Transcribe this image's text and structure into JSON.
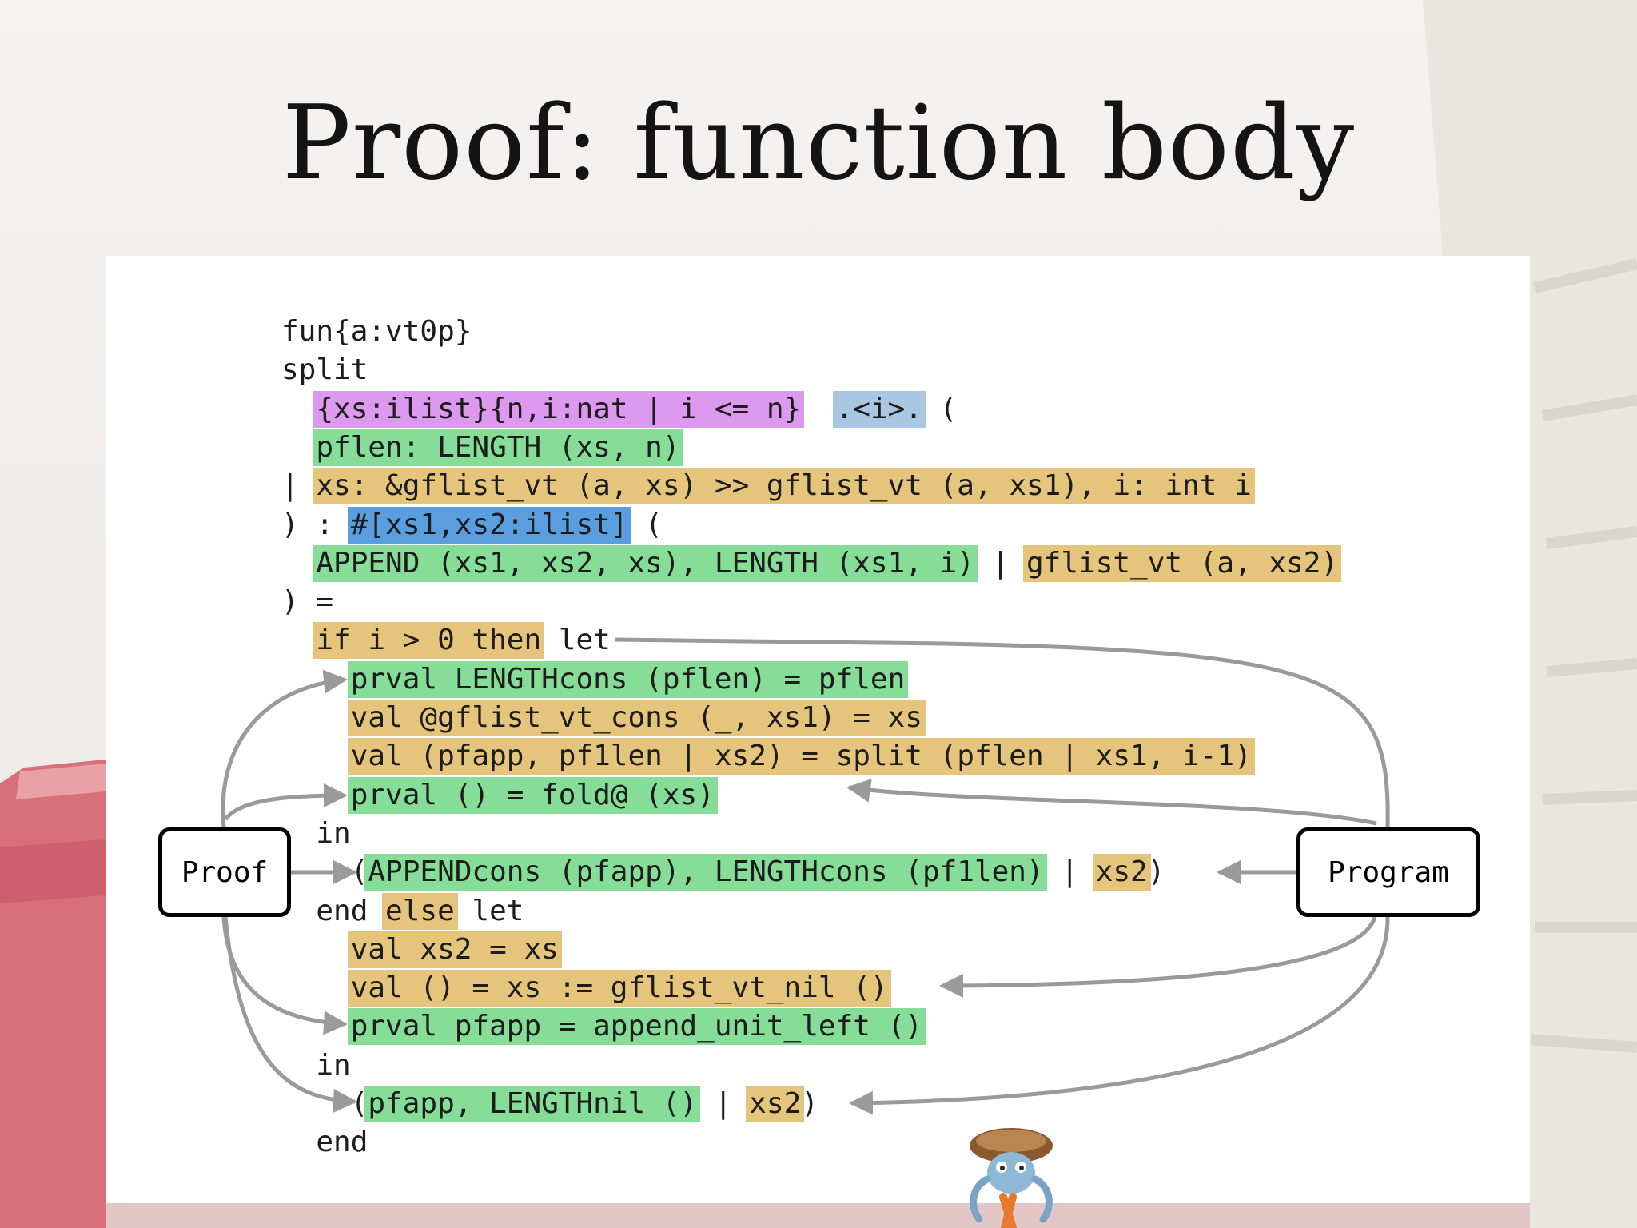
{
  "title": "Proof: function body",
  "code_lines": [
    {
      "tokens": [
        {
          "t": "fun{a:vt0p}"
        }
      ]
    },
    {
      "tokens": [
        {
          "t": "split"
        }
      ]
    },
    {
      "tokens": [
        {
          "t": "  "
        },
        {
          "t": "{xs:ilist}{n,i:nat | i <= n}",
          "h": "p"
        },
        {
          "t": "  "
        },
        {
          "t": ".<i>.",
          "h": "lb"
        },
        {
          "t": " ("
        }
      ]
    },
    {
      "tokens": [
        {
          "t": "  "
        },
        {
          "t": "pflen: LENGTH (xs, n)",
          "h": "g"
        }
      ]
    },
    {
      "tokens": [
        {
          "t": "| "
        },
        {
          "t": "xs: &gflist_vt (a, xs) >> gflist_vt (a, xs1), i: int i",
          "h": "y"
        }
      ]
    },
    {
      "tokens": [
        {
          "t": ") : "
        },
        {
          "t": "#[xs1,xs2:ilist]",
          "h": "b"
        },
        {
          "t": " ("
        }
      ]
    },
    {
      "tokens": [
        {
          "t": "  "
        },
        {
          "t": "APPEND (xs1, xs2, xs), LENGTH (xs1, i)",
          "h": "g"
        },
        {
          "t": " | "
        },
        {
          "t": "gflist_vt (a, xs2)",
          "h": "y"
        }
      ]
    },
    {
      "tokens": [
        {
          "t": ") ="
        }
      ]
    },
    {
      "tokens": [
        {
          "t": "  "
        },
        {
          "t": "if i > 0 then",
          "h": "y"
        },
        {
          "t": " let"
        }
      ]
    },
    {
      "tokens": [
        {
          "t": "    "
        },
        {
          "t": "prval LENGTHcons (pflen) = pflen",
          "h": "g"
        }
      ]
    },
    {
      "tokens": [
        {
          "t": "    "
        },
        {
          "t": "val @gflist_vt_cons (_, xs1) = xs",
          "h": "y"
        }
      ]
    },
    {
      "tokens": [
        {
          "t": "    "
        },
        {
          "t": "val (pfapp, pf1len | xs2) = split (pflen | xs1, i-1)",
          "h": "y"
        }
      ]
    },
    {
      "tokens": [
        {
          "t": "    "
        },
        {
          "t": "prval () = fold@ (xs)",
          "h": "g"
        }
      ]
    },
    {
      "tokens": [
        {
          "t": "  in"
        }
      ]
    },
    {
      "tokens": [
        {
          "t": "    ("
        },
        {
          "t": "APPENDcons (pfapp), LENGTHcons (pf1len)",
          "h": "g"
        },
        {
          "t": " | "
        },
        {
          "t": "xs2",
          "h": "y"
        },
        {
          "t": ")"
        }
      ]
    },
    {
      "tokens": [
        {
          "t": "  end "
        },
        {
          "t": "else",
          "h": "y"
        },
        {
          "t": " let"
        }
      ]
    },
    {
      "tokens": [
        {
          "t": "    "
        },
        {
          "t": "val xs2 = xs",
          "h": "y"
        }
      ]
    },
    {
      "tokens": [
        {
          "t": "    "
        },
        {
          "t": "val () = xs := gflist_vt_nil ()",
          "h": "y"
        }
      ]
    },
    {
      "tokens": [
        {
          "t": "    "
        },
        {
          "t": "prval pfapp = append_unit_left ()",
          "h": "g"
        }
      ]
    },
    {
      "tokens": [
        {
          "t": "  in"
        }
      ]
    },
    {
      "tokens": [
        {
          "t": "    ("
        },
        {
          "t": "pfapp, LENGTHnil ()",
          "h": "g"
        },
        {
          "t": " | "
        },
        {
          "t": "xs2",
          "h": "y"
        },
        {
          "t": ")"
        }
      ]
    },
    {
      "tokens": [
        {
          "t": "  end"
        }
      ]
    }
  ],
  "proof_label": "Proof",
  "program_label": "Program",
  "colors": {
    "universal": "#dd99ef",
    "proof": "#86dd97",
    "program": "#e5c57b",
    "existential": "#5b9ee0",
    "termination": "#a9c6e3",
    "arrow": "#9a9a9a"
  },
  "icons": {
    "mascot": "ats-hermit-crab-mascot-icon"
  }
}
